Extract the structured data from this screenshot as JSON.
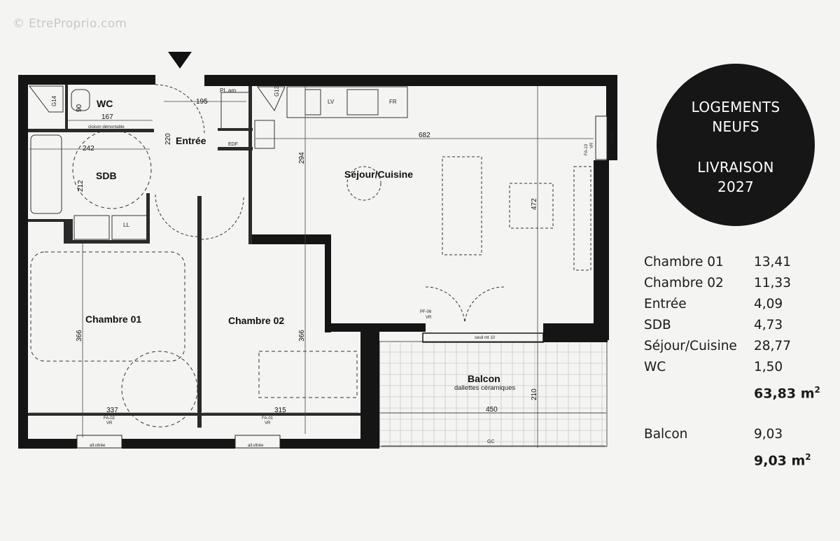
{
  "watermark": "© EtreProprio.com",
  "badge": {
    "line1": "LOGEMENTS",
    "line2": "NEUFS",
    "line3": "LIVRAISON",
    "line4": "2027"
  },
  "rooms": {
    "wc": "WC",
    "sdb": "SDB",
    "entree": "Entrée",
    "sejour": "Séjour/Cuisine",
    "chambre01": "Chambre 01",
    "chambre02": "Chambre 02",
    "balcon": "Balcon",
    "balcon_sub": "dallettes céramiques"
  },
  "dims": {
    "wc_w": "167",
    "wc_h": "90",
    "entree_w": "195",
    "entree_h": "220",
    "sdb_w": "242",
    "sdb_h": "212",
    "sejour_w": "682",
    "sejour_h": "294",
    "sejour_h2": "472",
    "ch1_w": "337",
    "ch1_h": "366",
    "ch2_w": "315",
    "ch2_h": "366",
    "balcon_w": "450",
    "balcon_h": "210"
  },
  "labels": {
    "g14": "G14",
    "g13": "G13",
    "plam": "PL.am",
    "lv": "LV",
    "fr": "FR",
    "cloison": "cloison démontable",
    "ll": "LL",
    "edf": "EDF",
    "fa13": "FA-13",
    "vr": "VR",
    "allvitree": "all.vitrée",
    "fa02": "FA-02",
    "fa01": "FA-01",
    "pf06": "PF-06",
    "seuil": "seuil mt 10",
    "gc": "GC"
  },
  "areas": {
    "rows": [
      {
        "name": "Chambre 01",
        "value": "13,41"
      },
      {
        "name": "Chambre 02",
        "value": "11,33"
      },
      {
        "name": "Entrée",
        "value": "4,09"
      },
      {
        "name": "SDB",
        "value": "4,73"
      },
      {
        "name": "Séjour/Cuisine",
        "value": "28,77"
      },
      {
        "name": "WC",
        "value": "1,50"
      }
    ],
    "total": "63,83 m",
    "balcon_name": "Balcon",
    "balcon_value": "9,03",
    "balcon_total": "9,03 m",
    "unit_sup": "2"
  }
}
